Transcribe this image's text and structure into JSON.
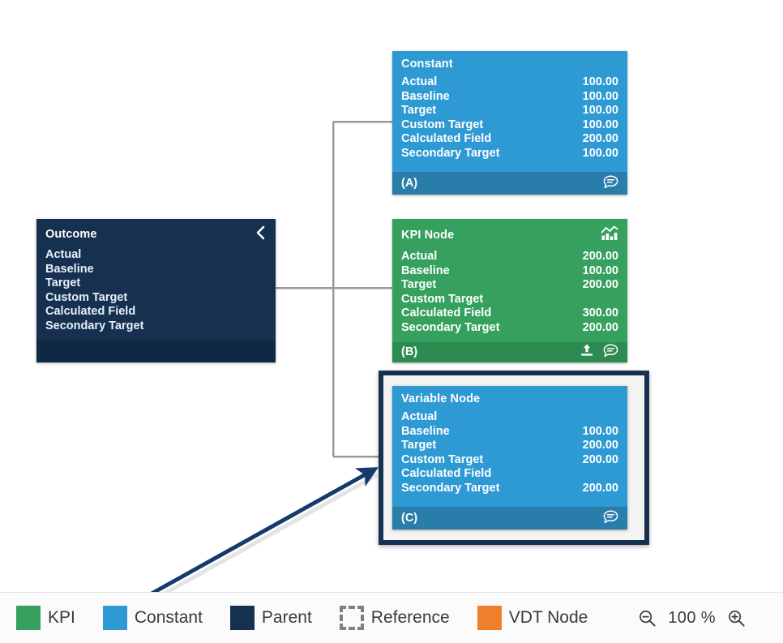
{
  "diagram": {
    "field_labels": [
      "Actual",
      "Baseline",
      "Target",
      "Custom Target",
      "Calculated Field",
      "Secondary Target"
    ],
    "nodes": [
      {
        "id": "outcome",
        "title": "Outcome",
        "type": "Parent",
        "color": "#16304f",
        "header_icon": "chevron-left-icon",
        "footer_label": "",
        "footer_icons": [],
        "values": [
          "",
          "",
          "",
          "",
          "",
          ""
        ]
      },
      {
        "id": "constant",
        "title": "Constant",
        "type": "Constant",
        "color": "#2e9ad4",
        "header_icon": "",
        "footer_label": "(A)",
        "footer_icons": [
          "comment-icon"
        ],
        "values": [
          "100.00",
          "100.00",
          "100.00",
          "100.00",
          "200.00",
          "100.00"
        ]
      },
      {
        "id": "kpi",
        "title": "KPI Node",
        "type": "KPI",
        "color": "#36a05f",
        "header_icon": "combo-chart-icon",
        "footer_label": "(B)",
        "footer_icons": [
          "upload-icon",
          "comment-icon"
        ],
        "values": [
          "200.00",
          "100.00",
          "200.00",
          "",
          "300.00",
          "200.00"
        ]
      },
      {
        "id": "variable",
        "title": "Variable Node",
        "type": "Constant",
        "color": "#2e9ad4",
        "header_icon": "",
        "footer_label": "(C)",
        "footer_icons": [
          "comment-icon"
        ],
        "selected": true,
        "values": [
          "",
          "100.00",
          "200.00",
          "200.00",
          "",
          "200.00"
        ]
      }
    ],
    "connector_color": "#9a9a9a",
    "annotation_arrow_color": "#163a6b"
  },
  "legend": {
    "items": [
      {
        "label": "KPI",
        "color": "#36a05f",
        "style": "solid"
      },
      {
        "label": "Constant",
        "color": "#2e9ad4",
        "style": "solid"
      },
      {
        "label": "Parent",
        "color": "#16304f",
        "style": "solid"
      },
      {
        "label": "Reference",
        "color": "#808080",
        "style": "dashed"
      },
      {
        "label": "VDT Node",
        "color": "#ef7f2a",
        "style": "solid"
      }
    ],
    "zoom": {
      "level": "100 %",
      "zoom_out_icon": "zoom-out-icon",
      "zoom_in_icon": "zoom-in-icon"
    }
  }
}
